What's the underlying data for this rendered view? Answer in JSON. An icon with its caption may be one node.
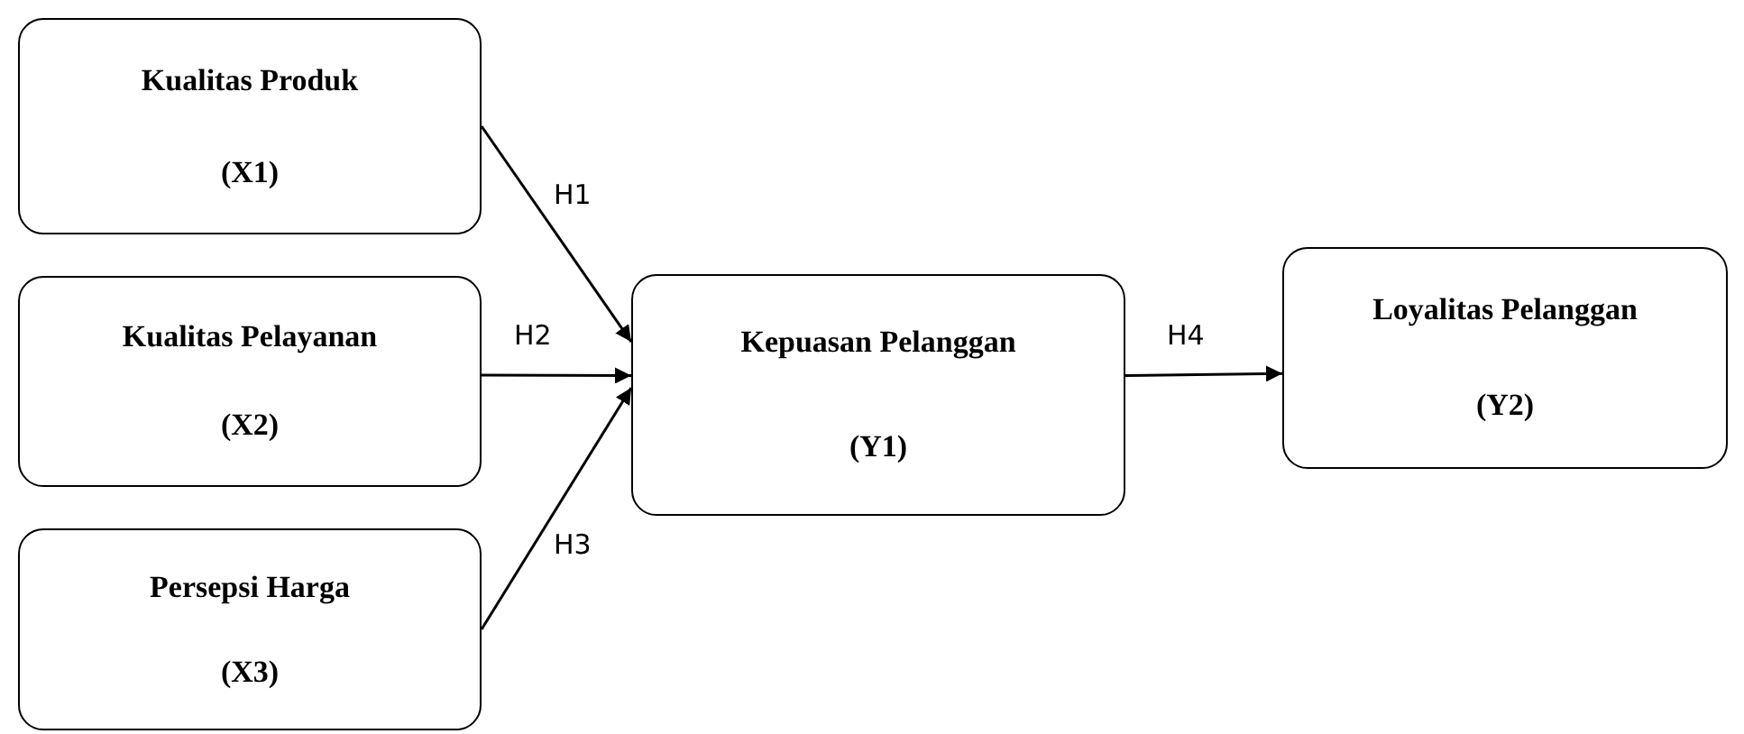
{
  "diagram": {
    "nodes": [
      {
        "text": [
          "Kualitas Produk",
          "(X1)"
        ]
      },
      {
        "text": [
          "Kualitas Pelayanan",
          "(X2)"
        ]
      },
      {
        "text": [
          "Persepsi Harga",
          "(X3)"
        ]
      },
      {
        "text": [
          "Kepuasan Pelanggan",
          "(Y1)"
        ]
      },
      {
        "text": [
          "Loyalitas Pelanggan",
          "(Y2)"
        ]
      }
    ],
    "edges": [
      {
        "from": 0,
        "to": 3,
        "arrow": "to",
        "label": "H1"
      },
      {
        "from": 1,
        "to": 3,
        "arrow": "to",
        "label": "H2"
      },
      {
        "from": 2,
        "to": 3,
        "arrow": "to",
        "label": "H3"
      },
      {
        "from": 3,
        "to": 4,
        "arrow": "to",
        "label": "H4"
      }
    ]
  }
}
